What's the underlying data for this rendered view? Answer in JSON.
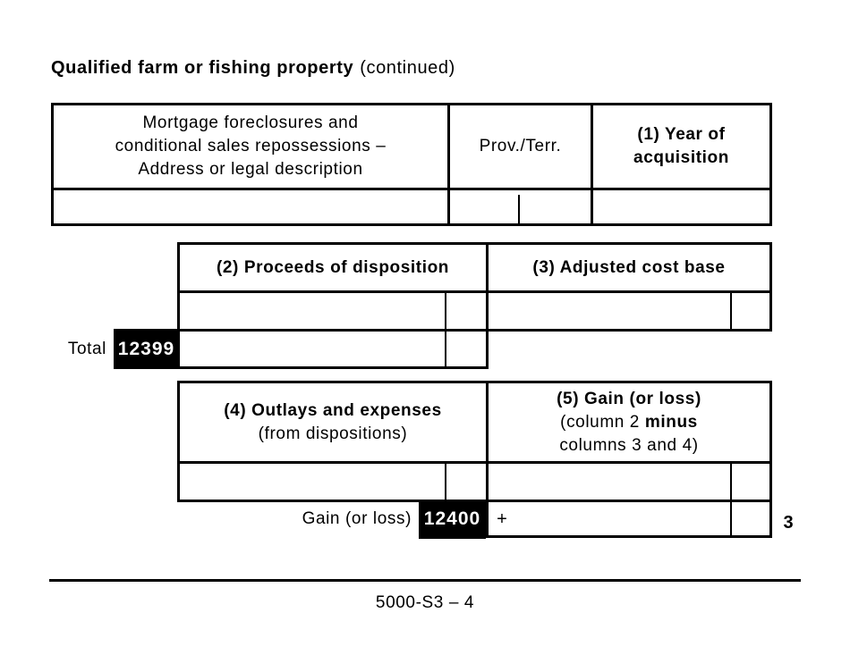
{
  "page": {
    "title_main": "Qualified farm or fishing property",
    "title_note": "(continued)",
    "footer_text": "5000-S3 – 4",
    "ink_color": "#000000",
    "paper_color": "#ffffff"
  },
  "table_foreclosures": {
    "address_header_line1": "Mortgage foreclosures and",
    "address_header_line2": "conditional sales repossessions –",
    "address_header_line3": "Address or legal description",
    "prov_header": "Prov./Terr.",
    "year_header_line1": "(1) Year of",
    "year_header_line2": "acquisition",
    "address_value": "",
    "prov_value": "",
    "year_value": ""
  },
  "table_proceeds": {
    "col2_header": "(2) Proceeds of disposition",
    "col3_header": "(3) Adjusted cost base",
    "total_label": "Total",
    "total_line_code": "12399",
    "col2_value": "",
    "col3_value": "",
    "total_value": ""
  },
  "table_outlays": {
    "col4_header_line1": "(4) Outlays and expenses",
    "col4_header_line2": "(from dispositions)",
    "col5_header_line1": "(5) Gain (or loss)",
    "col5_header_line2_prefix": "(column 2",
    "col5_header_line2_bold": "minus",
    "col5_header_line3": "columns 3 and 4)",
    "gain_label": "Gain (or loss)",
    "gain_line_code": "12400",
    "plus_sign": "+",
    "line_ref": "3",
    "col4_value": "",
    "col5_value": "",
    "gain_value": ""
  }
}
